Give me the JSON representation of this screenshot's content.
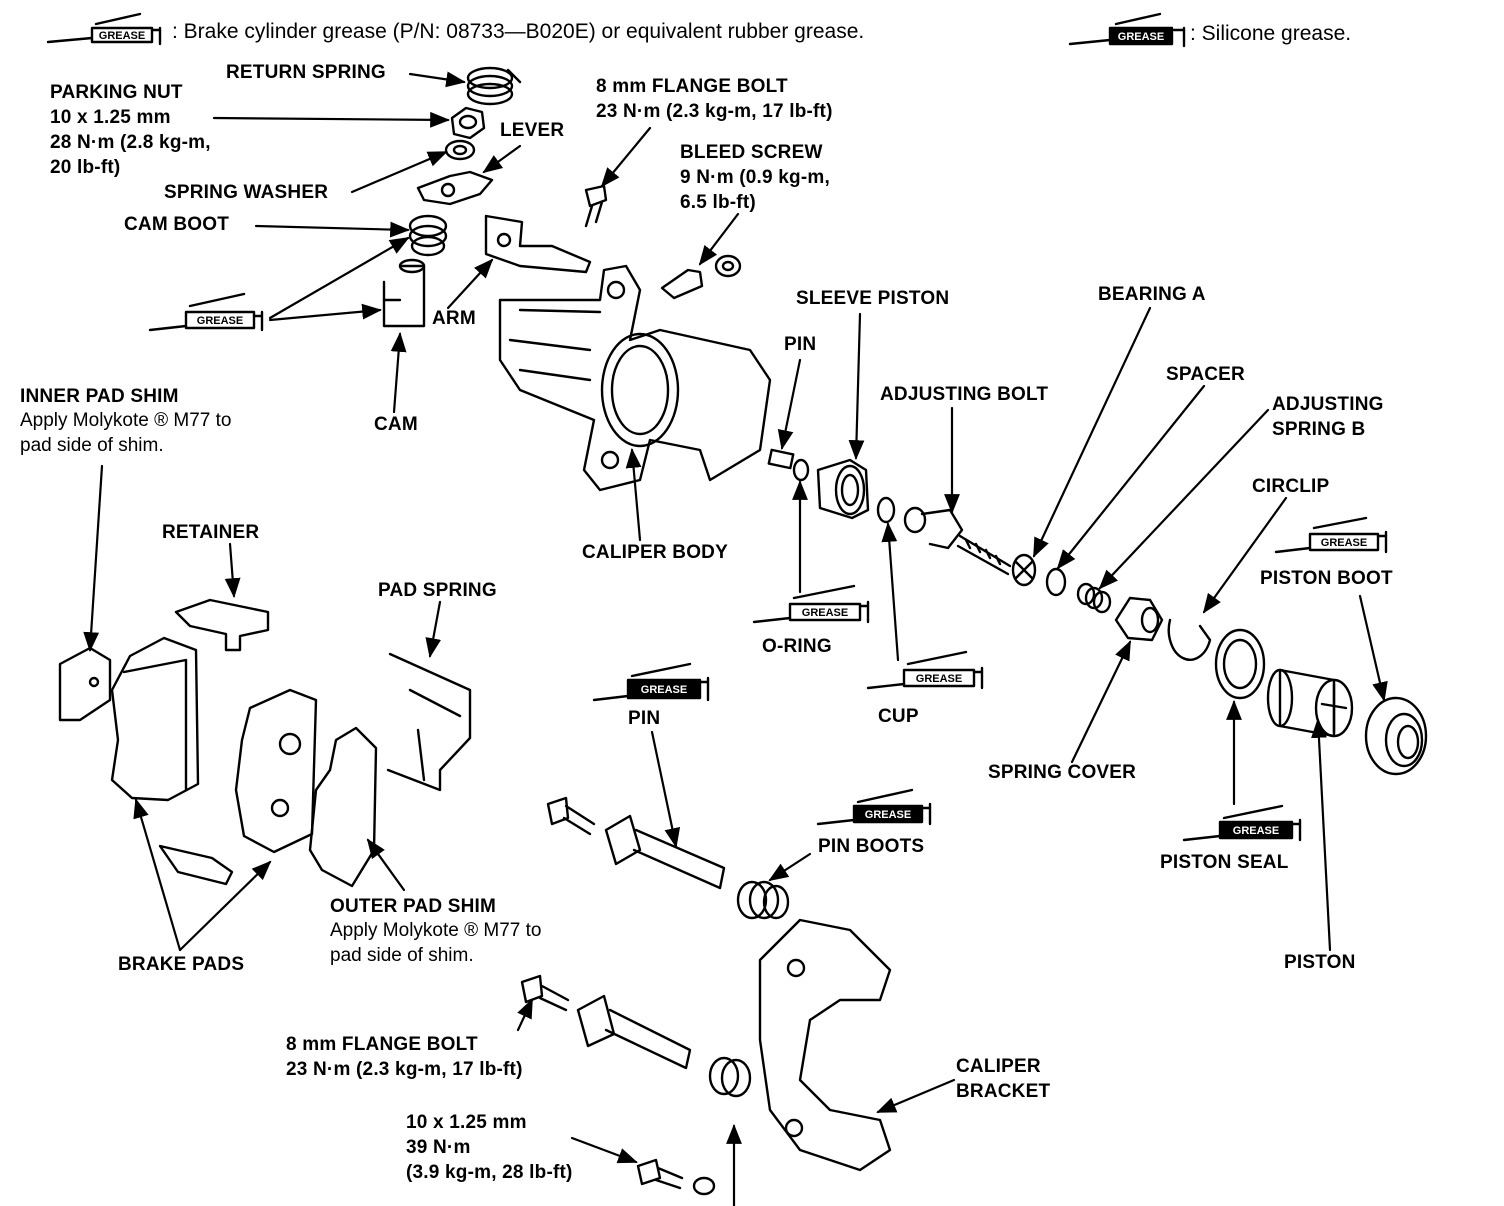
{
  "legend": {
    "brake_grease": ": Brake cylinder grease (P/N: 08733—B020E) or equivalent rubber grease.",
    "silicone_grease": ": Silicone grease."
  },
  "grease_badge_text": "GREASE",
  "labels": {
    "return_spring": "RETURN SPRING",
    "parking_nut": [
      "PARKING NUT",
      "10 x 1.25 mm",
      "28 N·m (2.8 kg-m,",
      "20 lb-ft)"
    ],
    "lever": "LEVER",
    "spring_washer": "SPRING WASHER",
    "cam_boot": "CAM BOOT",
    "arm": "ARM",
    "cam": "CAM",
    "flange_bolt_top": [
      "8 mm FLANGE BOLT",
      "23 N·m (2.3 kg-m, 17 lb-ft)"
    ],
    "bleed_screw": [
      "BLEED SCREW",
      "9 N·m (0.9 kg-m,",
      "6.5 lb-ft)"
    ],
    "sleeve_piston": "SLEEVE PISTON",
    "bearing_a": "BEARING A",
    "pin_top": "PIN",
    "spacer": "SPACER",
    "adjusting_bolt": "ADJUSTING BOLT",
    "adjusting_spring_b": [
      "ADJUSTING",
      "SPRING B"
    ],
    "circlip": "CIRCLIP",
    "piston_boot": "PISTON BOOT",
    "inner_pad_shim": [
      "INNER PAD SHIM"
    ],
    "inner_pad_note": [
      "Apply Molykote ®  M77 to",
      "pad side of shim."
    ],
    "retainer": "RETAINER",
    "caliper_body": "CALIPER BODY",
    "pad_spring": "PAD SPRING",
    "o_ring": "O-RING",
    "cup": "CUP",
    "spring_cover": "SPRING COVER",
    "pin_mid": "PIN",
    "pin_boots": "PIN BOOTS",
    "piston_seal": "PISTON SEAL",
    "piston": "PISTON",
    "outer_pad_shim": [
      "OUTER PAD SHIM"
    ],
    "outer_pad_note": [
      "Apply Molykote ®  M77 to",
      "pad side of shim."
    ],
    "brake_pads": "BRAKE PADS",
    "flange_bolt_bottom": [
      "8 mm FLANGE BOLT",
      "23 N·m (2.3 kg-m, 17 lb-ft)"
    ],
    "caliper_bracket": [
      "CALIPER",
      "BRACKET"
    ],
    "bracket_bolt": [
      "10 x 1.25 mm",
      "39 N·m",
      "(3.9 kg-m, 28 lb-ft)"
    ]
  }
}
